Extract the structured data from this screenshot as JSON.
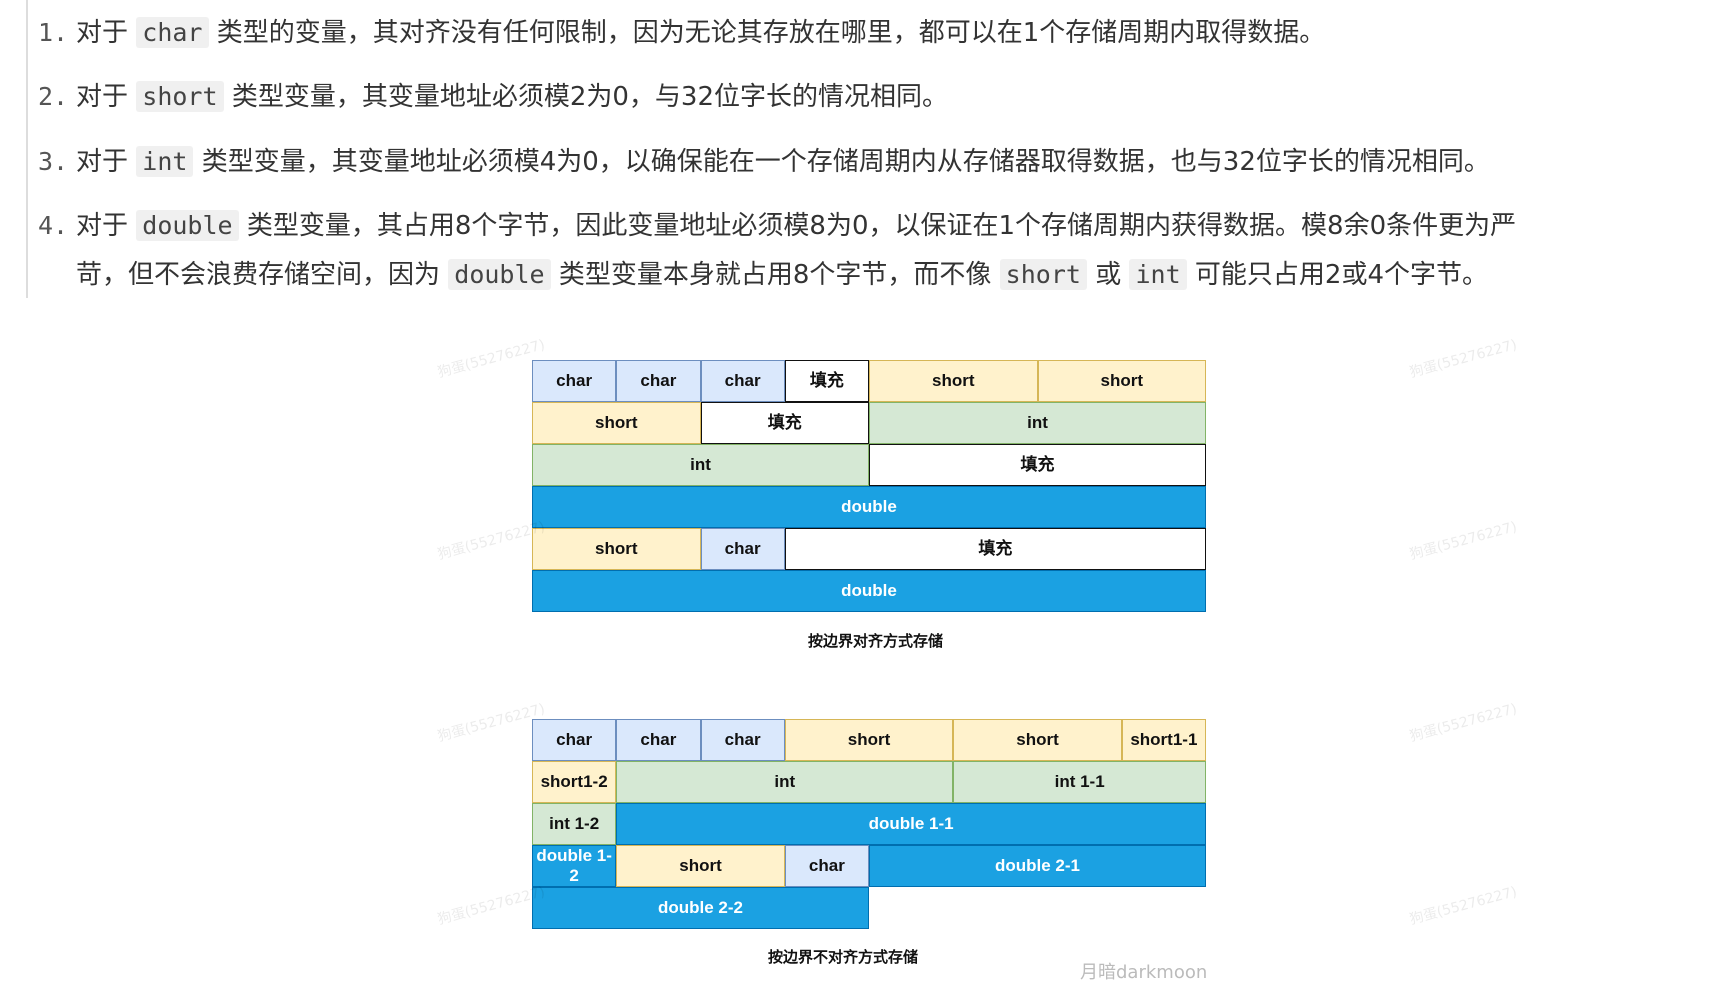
{
  "list": [
    {
      "num": "1.",
      "pre": "对于",
      "code": "char",
      "post": "类型的变量，其对齐没有任何限制，因为无论其存放在哪里，都可以在1个存储周期内取得数据。"
    },
    {
      "num": "2.",
      "pre": "对于",
      "code": "short",
      "post": "类型变量，其变量地址必须模2为0，与32位字长的情况相同。"
    },
    {
      "num": "3.",
      "pre": "对于",
      "code": "int",
      "post": "类型变量，其变量地址必须模4为0，以确保能在一个存储周期内从存储器取得数据，也与32位字长的情况相同。"
    },
    {
      "num": "4.",
      "pre": "对于",
      "code": "double",
      "post": "类型变量，其占用8个字节，因此变量地址必须模8为0，以保证在1个存储周期内获得数据。模8余0条件更为严",
      "line2": {
        "a": "苛，但不会浪费存储空间，因为",
        "code1": "double",
        "b": "类型变量本身就占用8个字节，而不像",
        "code2": "short",
        "c": "或",
        "code3": "int",
        "d": "可能只占用2或4个字节。"
      }
    }
  ],
  "diagram_aligned": {
    "caption": "按边界对齐方式存储",
    "rows": [
      [
        {
          "t": "char",
          "k": "char",
          "w": 1
        },
        {
          "t": "char",
          "k": "char",
          "w": 1
        },
        {
          "t": "char",
          "k": "char",
          "w": 1
        },
        {
          "t": "填充",
          "k": "pad",
          "w": 1
        },
        {
          "t": "short",
          "k": "short",
          "w": 2
        },
        {
          "t": "short",
          "k": "short",
          "w": 2
        }
      ],
      [
        {
          "t": "short",
          "k": "short",
          "w": 2
        },
        {
          "t": "填充",
          "k": "pad",
          "w": 2
        },
        {
          "t": "int",
          "k": "int",
          "w": 4
        }
      ],
      [
        {
          "t": "int",
          "k": "int",
          "w": 4
        },
        {
          "t": "填充",
          "k": "pad",
          "w": 4
        }
      ],
      [
        {
          "t": "double",
          "k": "double",
          "w": 8
        }
      ],
      [
        {
          "t": "short",
          "k": "short",
          "w": 2
        },
        {
          "t": "char",
          "k": "char",
          "w": 1
        },
        {
          "t": "填充",
          "k": "pad",
          "w": 5
        }
      ],
      [
        {
          "t": "double",
          "k": "double",
          "w": 8
        }
      ]
    ]
  },
  "diagram_unaligned": {
    "caption": "按边界不对齐方式存储",
    "rows": [
      [
        {
          "t": "char",
          "k": "char",
          "w": 1
        },
        {
          "t": "char",
          "k": "char",
          "w": 1
        },
        {
          "t": "char",
          "k": "char",
          "w": 1
        },
        {
          "t": "short",
          "k": "short",
          "w": 2
        },
        {
          "t": "short",
          "k": "short",
          "w": 2
        },
        {
          "t": "short1-1",
          "k": "short",
          "w": 1
        }
      ],
      [
        {
          "t": "short1-2",
          "k": "short",
          "w": 1
        },
        {
          "t": "int",
          "k": "int",
          "w": 4
        },
        {
          "t": "int 1-1",
          "k": "int",
          "w": 3
        }
      ],
      [
        {
          "t": "int 1-2",
          "k": "int",
          "w": 1
        },
        {
          "t": "double 1-1",
          "k": "double",
          "w": 7
        }
      ],
      [
        {
          "t": "double 1-2",
          "k": "double",
          "w": 1
        },
        {
          "t": "short",
          "k": "short",
          "w": 2
        },
        {
          "t": "char",
          "k": "char",
          "w": 1
        },
        {
          "t": "double 2-1",
          "k": "double",
          "w": 4
        }
      ],
      [
        {
          "t": "double 2-2",
          "k": "double",
          "w": 4
        }
      ]
    ]
  },
  "watermark": "狗蛋(55276227)",
  "signature": "月暗darkmoon"
}
